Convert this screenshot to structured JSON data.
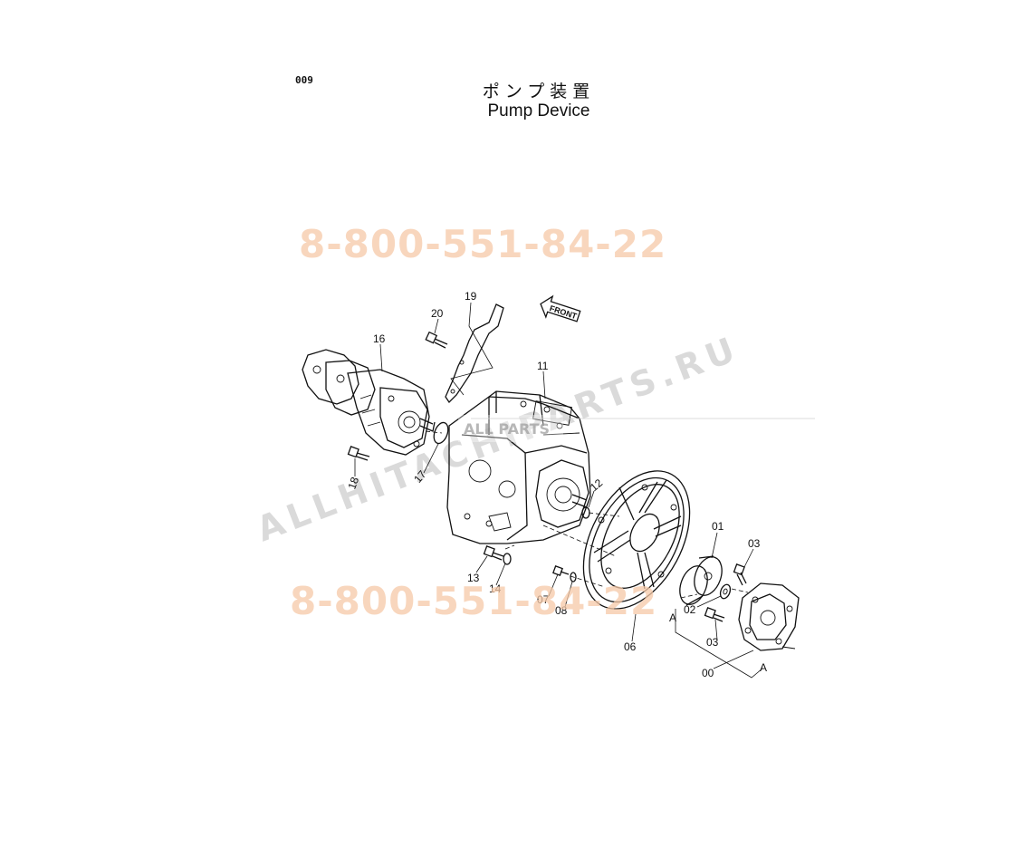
{
  "header": {
    "page_code": "009",
    "title_jp": "ポンプ装置",
    "title_en": "Pump Device"
  },
  "front_arrow_label": "FRONT",
  "callouts": [
    "20",
    "19",
    "16",
    "11",
    "18",
    "17",
    "12",
    "01",
    "03",
    "13",
    "14",
    "07",
    "08",
    "02",
    "03",
    "06",
    "00",
    "A",
    "A"
  ],
  "watermarks": {
    "phone_top": "8-800-551-84-22",
    "phone_bottom": "8-800-551-84-22",
    "site": "ALLHITACHIPARTS.RU",
    "logo": "ALL PARTS"
  }
}
